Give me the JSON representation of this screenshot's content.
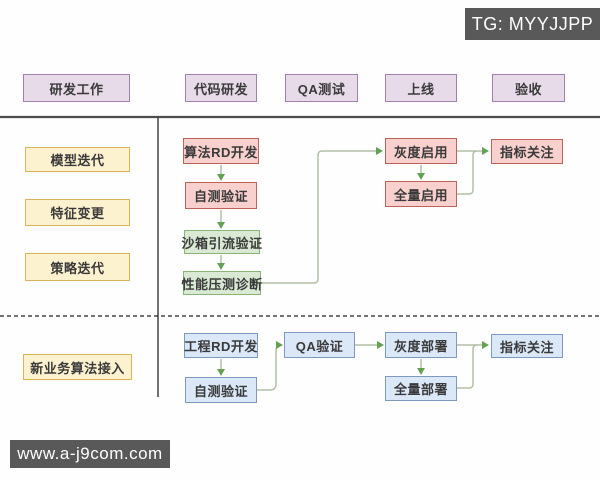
{
  "badge": {
    "text": "TG: MYYJJPP"
  },
  "watermark": {
    "text": "www.a-j9com.com"
  },
  "phases": {
    "items": [
      {
        "label": "研发工作"
      },
      {
        "label": "代码研发"
      },
      {
        "label": "QA测试"
      },
      {
        "label": "上线"
      },
      {
        "label": "验收"
      }
    ]
  },
  "scenarios": {
    "items": [
      {
        "label": "模型迭代"
      },
      {
        "label": "特征变更"
      },
      {
        "label": "策略迭代"
      },
      {
        "label": "新业务算法接入"
      }
    ]
  },
  "algo_flow": {
    "nodes": [
      {
        "label": "算法RD开发"
      },
      {
        "label": "自测验证"
      },
      {
        "label": "沙箱引流验证"
      },
      {
        "label": "性能压测诊断"
      },
      {
        "label": "灰度启用"
      },
      {
        "label": "全量启用"
      },
      {
        "label": "指标关注"
      }
    ]
  },
  "eng_flow": {
    "nodes": [
      {
        "label": "工程RD开发"
      },
      {
        "label": "自测验证"
      },
      {
        "label": "QA验证"
      },
      {
        "label": "灰度部署"
      },
      {
        "label": "全量部署"
      },
      {
        "label": "指标关注"
      }
    ]
  },
  "colors": {
    "phase_fill": "#e7dae9",
    "phase_border": "#9e82ac",
    "scenario_fill": "#fdf2d0",
    "scenario_border": "#d6b656",
    "algo_fill": "#f8d0ce",
    "algo_border": "#bd6159",
    "verify_fill": "#d9e9d4",
    "verify_border": "#8ab377",
    "eng_fill": "#dbe8f8",
    "eng_border": "#7d99bd",
    "connector": "#b2c1a5",
    "arrowhead": "#66a057",
    "frame_line": "#4d4d4d",
    "overlay_bg": "#595959"
  }
}
